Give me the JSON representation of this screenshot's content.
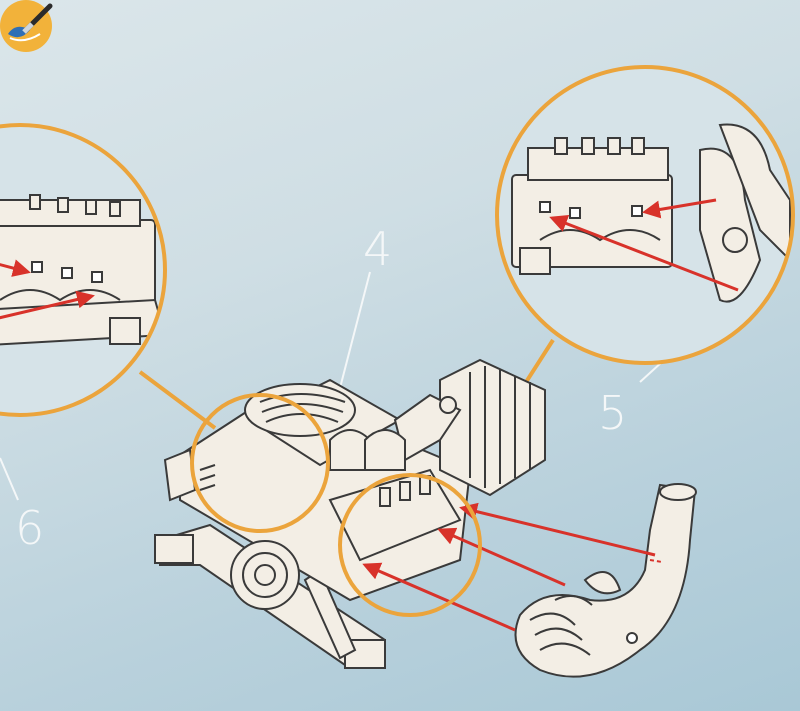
{
  "steps": {
    "step_4": "4",
    "step_5": "5",
    "step_6": "6"
  },
  "colors": {
    "background": "#c8dbe3",
    "callout_ring": "#eba43c",
    "arrow": "#d8322a",
    "part_fill": "#f3eee5",
    "part_outline": "#3a3a3a",
    "leader_line": "#f4f7f8"
  },
  "icons": {
    "tool_badge": "paintbrush-icon"
  }
}
